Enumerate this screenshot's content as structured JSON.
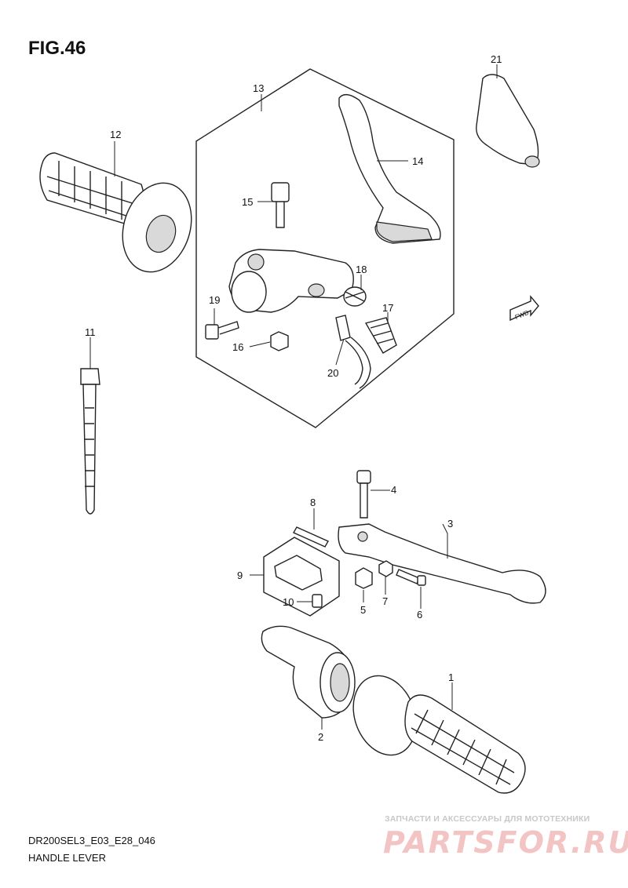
{
  "figure": {
    "title": "FIG.46",
    "code": "DR200SEL3_E03_E28_046",
    "subtitle": "HANDLE LEVER",
    "fwd_label": "FWD"
  },
  "callouts": {
    "c1": "1",
    "c2": "2",
    "c3": "3",
    "c4": "4",
    "c5": "5",
    "c6": "6",
    "c7": "7",
    "c8": "8",
    "c9": "9",
    "c10": "10",
    "c11": "11",
    "c12": "12",
    "c13": "13",
    "c14": "14",
    "c15": "15",
    "c16": "16",
    "c17": "17",
    "c18": "18",
    "c19": "19",
    "c20": "20",
    "c21": "21"
  },
  "watermark": {
    "tagline": "ЗАПЧАСТИ И АКСЕССУАРЫ ДЛЯ МОТОТЕХНИКИ",
    "logo": "PARTSFOR.RU"
  }
}
